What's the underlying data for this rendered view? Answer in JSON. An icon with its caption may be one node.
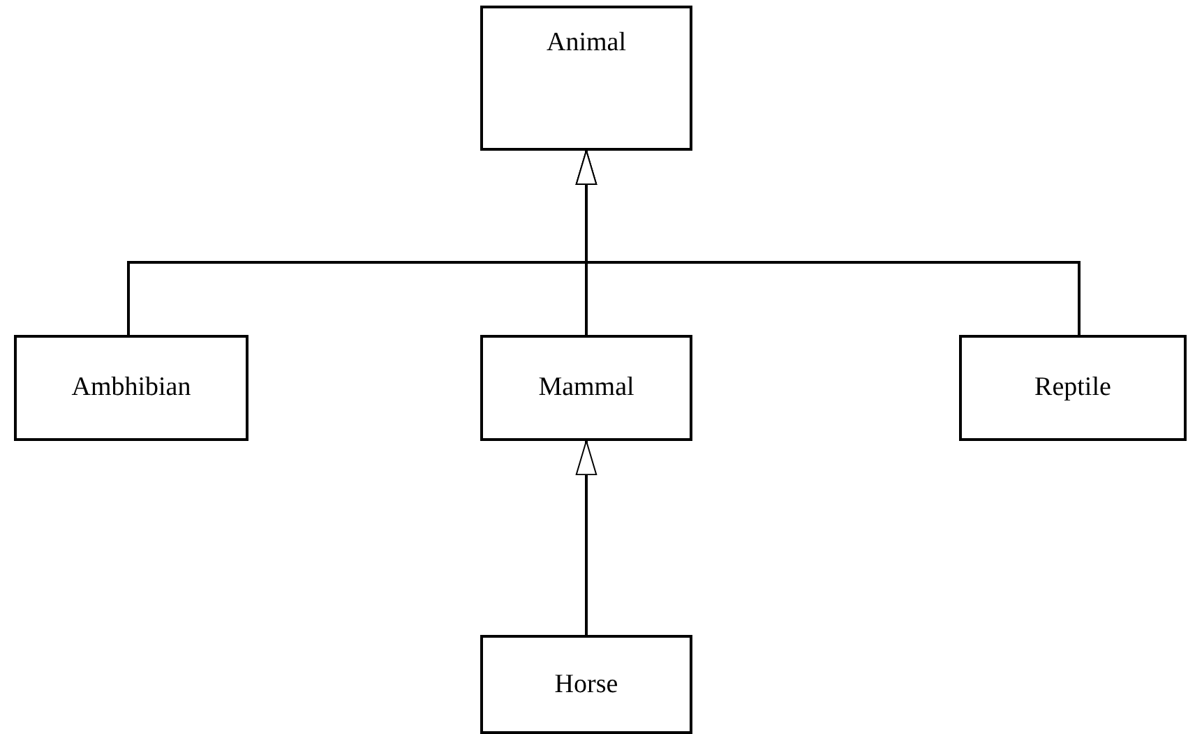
{
  "diagram": {
    "nodes": [
      {
        "text": [
          "Animal"
        ]
      },
      {
        "text": [
          "Ambhibian"
        ]
      },
      {
        "text": [
          "Mammal"
        ]
      },
      {
        "text": [
          "Reptile"
        ]
      },
      {
        "text": [
          "Horse"
        ]
      }
    ],
    "edges": [
      {
        "from": 1,
        "to": 0,
        "arrow": "to"
      },
      {
        "from": 2,
        "to": 0,
        "arrow": "to"
      },
      {
        "from": 3,
        "to": 0,
        "arrow": "to"
      },
      {
        "from": 4,
        "to": 2,
        "arrow": "to"
      }
    ]
  }
}
